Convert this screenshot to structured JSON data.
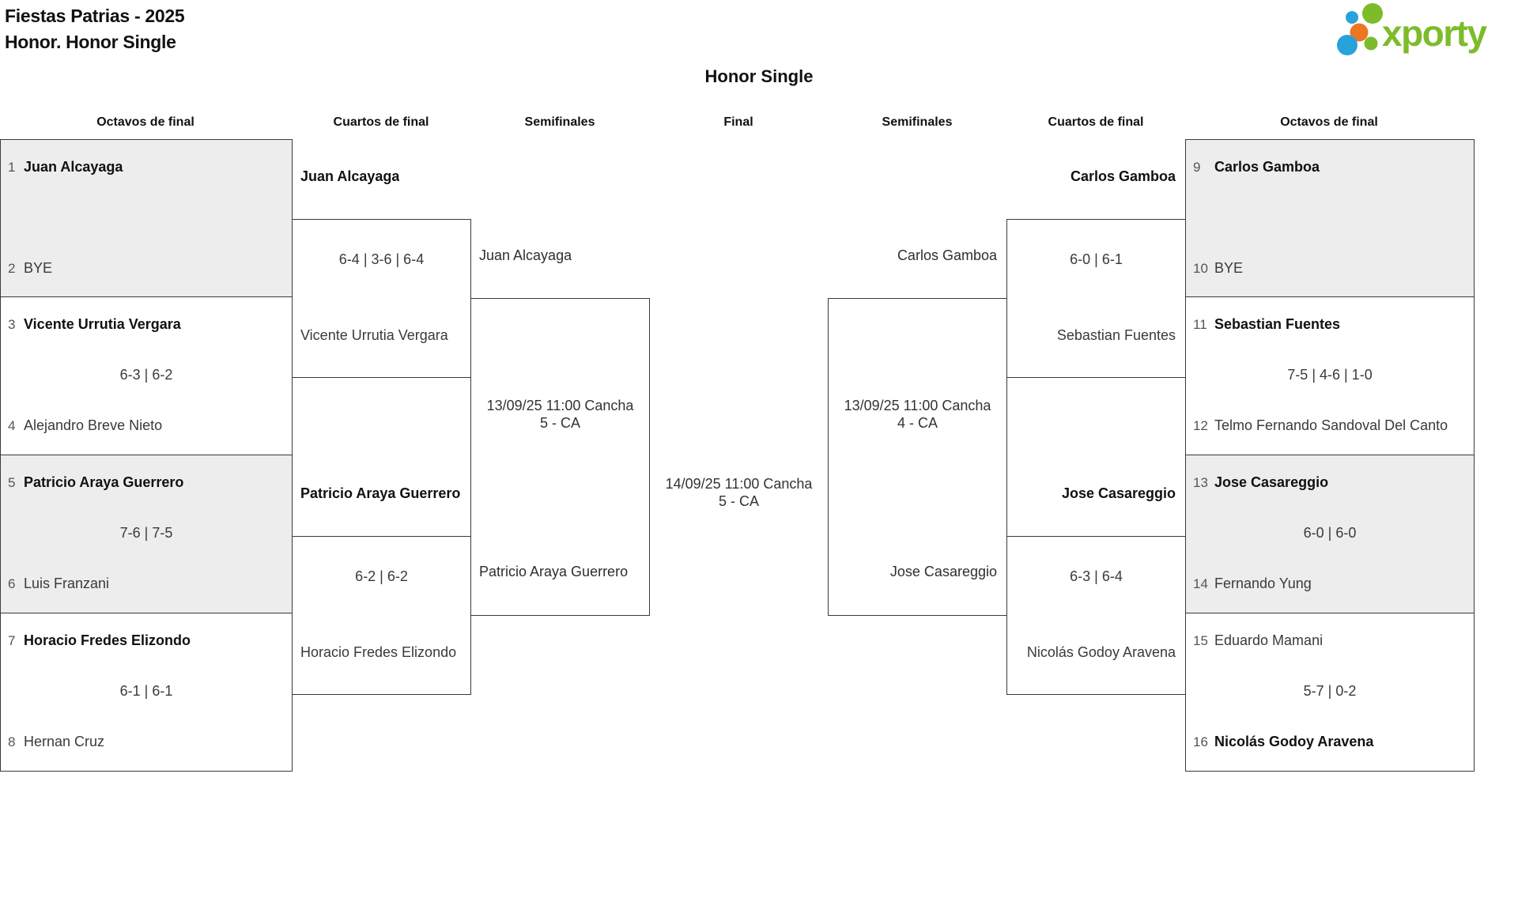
{
  "header": {
    "title_line1": "Fiestas Patrias - 2025",
    "title_line2": "Honor. Honor Single",
    "bracket_title": "Honor Single",
    "logo_text": "xporty"
  },
  "colors": {
    "logo_green": "#7DBB2B",
    "logo_blue": "#27A2DB",
    "logo_orange": "#ED7622",
    "box_border": "#3a3a3a",
    "box_shade": "#ededed"
  },
  "rounds": [
    "Octavos de final",
    "Cuartos de final",
    "Semifinales",
    "Final",
    "Semifinales",
    "Cuartos de final",
    "Octavos de final"
  ],
  "octavos_left": [
    {
      "p1_seed": "1",
      "p1": "Juan Alcayaga",
      "score": "",
      "p2_seed": "2",
      "p2": "BYE"
    },
    {
      "p1_seed": "3",
      "p1": "Vicente Urrutia Vergara",
      "score": "6-3 | 6-2",
      "p2_seed": "4",
      "p2": "Alejandro Breve Nieto"
    },
    {
      "p1_seed": "5",
      "p1": "Patricio Araya Guerrero",
      "score": "7-6 | 7-5",
      "p2_seed": "6",
      "p2": "Luis Franzani"
    },
    {
      "p1_seed": "7",
      "p1": "Horacio Fredes Elizondo",
      "score": "6-1 | 6-1",
      "p2_seed": "8",
      "p2": "Hernan Cruz"
    }
  ],
  "cuartos_left": [
    {
      "p1": "Juan Alcayaga",
      "score": "6-4 | 3-6 | 6-4",
      "p2": "Vicente Urrutia Vergara"
    },
    {
      "p1": "Patricio Araya Guerrero",
      "score": "6-2 | 6-2",
      "p2": "Horacio Fredes Elizondo"
    }
  ],
  "sf_left": {
    "p1": "Juan Alcayaga",
    "info1": "13/09/25 11:00 Cancha",
    "info2": "5 - CA",
    "p2": "Patricio Araya Guerrero"
  },
  "final": {
    "info1": "14/09/25 11:00 Cancha",
    "info2": "5 - CA"
  },
  "sf_right": {
    "p1": "Carlos Gamboa",
    "info1": "13/09/25 11:00 Cancha",
    "info2": "4 - CA",
    "p2": "Jose Casareggio"
  },
  "cuartos_right": [
    {
      "p1": "Carlos Gamboa",
      "score": "6-0 | 6-1",
      "p2": "Sebastian Fuentes"
    },
    {
      "p1": "Jose Casareggio",
      "score": "6-3 | 6-4",
      "p2": "Nicolás Godoy Aravena"
    }
  ],
  "octavos_right": [
    {
      "p1_seed": "9",
      "p1": "Carlos Gamboa",
      "score": "",
      "p2_seed": "10",
      "p2": "BYE"
    },
    {
      "p1_seed": "11",
      "p1": "Sebastian Fuentes",
      "score": "7-5 | 4-6 | 1-0",
      "p2_seed": "12",
      "p2": "Telmo Fernando Sandoval Del Canto"
    },
    {
      "p1_seed": "13",
      "p1": "Jose Casareggio",
      "score": "6-0 | 6-0",
      "p2_seed": "14",
      "p2": "Fernando Yung"
    },
    {
      "p1_seed": "15",
      "p1": "Eduardo Mamani",
      "score": "5-7 | 0-2",
      "p2_seed": "16",
      "p2": "Nicolás Godoy Aravena"
    }
  ]
}
